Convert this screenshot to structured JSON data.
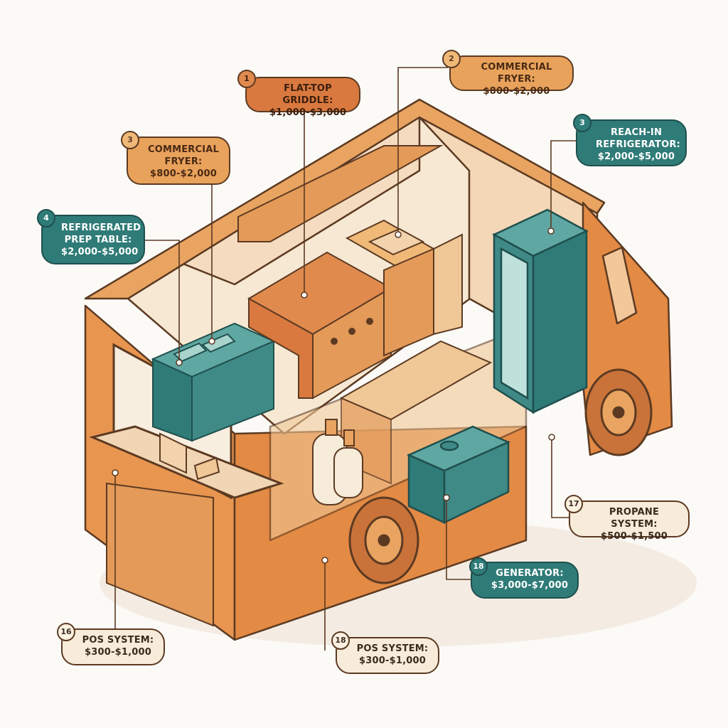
{
  "callouts": [
    {
      "number": "1",
      "name": "FLAT-TOP GRIDDLE:",
      "cost": "$1,000-$3,000",
      "style": "rust"
    },
    {
      "number": "2",
      "name": "COMMERCIAL FRYER:",
      "cost": "$800-$2,000",
      "style": "orange"
    },
    {
      "number": "3",
      "name": "COMMERCIAL FRYER:",
      "cost": "$800-$2,000",
      "style": "orange"
    },
    {
      "number": "3",
      "name": "REACH-IN REFRIGERATOR:",
      "cost": "$2,000-$5,000",
      "style": "teal"
    },
    {
      "number": "4",
      "name": "REFRIGERATED PREP TABLE:",
      "cost": "$2,000-$5,000",
      "style": "teal"
    },
    {
      "number": "17",
      "name": "PROPANE SYSTEM:",
      "cost": "$500-$1,500",
      "style": "cream"
    },
    {
      "number": "18",
      "name": "GENERATOR:",
      "cost": "$3,000-$7,000",
      "style": "teal"
    },
    {
      "number": "16",
      "name": "POS SYSTEM:",
      "cost": "$300-$1,000",
      "style": "cream"
    },
    {
      "number": "18",
      "name": "POS SYSTEM:",
      "cost": "$300-$1,000",
      "style": "cream"
    }
  ],
  "colors": {
    "truck_body": "#e8954f",
    "truck_shadow": "#c9733a",
    "interior_floor": "#f7e8d3",
    "interior_wall": "#f5dcc0",
    "equipment_orange": "#e0964f",
    "equipment_teal": "#3f8a86",
    "outline": "#5c3a22",
    "callout_teal": "#2f7b78",
    "callout_rust": "#d9793f",
    "callout_orange": "#e9a25b",
    "callout_cream": "#f7ecd9"
  }
}
